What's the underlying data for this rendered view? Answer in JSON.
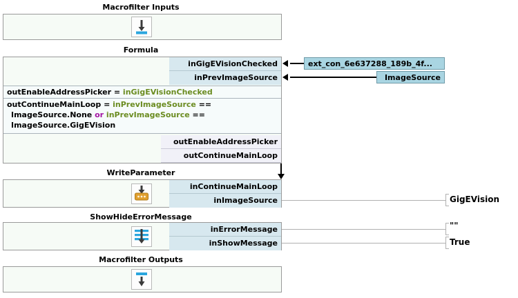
{
  "blocks": [
    {
      "id": "macrofilter-inputs",
      "title": "Macrofilter Inputs",
      "icon": "arrow-down-onto-bar-icon",
      "ports": []
    },
    {
      "id": "formula",
      "title": "Formula",
      "icon": "none",
      "inputs": [
        "inGigEVisionChecked",
        "inPrevImageSource"
      ],
      "outputs": [
        "outEnableAddressPicker",
        "outContinueMainLoop"
      ],
      "expressions": [
        {
          "lhs": "outEnableAddressPicker",
          "eq": " = ",
          "tokens": [
            {
              "t": "inGigEVisionChecked",
              "k": "in"
            }
          ]
        },
        {
          "lhs": "outContinueMainLoop",
          "eq": " = ",
          "tokens": [
            {
              "t": "inPrevImageSource",
              "k": "in"
            },
            {
              "t": " == ",
              "k": "op"
            },
            {
              "t": "ImageSource.None",
              "k": "out"
            },
            {
              "t": " or ",
              "k": "kw"
            },
            {
              "t": "inPrevImageSource",
              "k": "in"
            },
            {
              "t": " == ",
              "k": "op"
            },
            {
              "t": "ImageSource.GigEVision",
              "k": "out"
            }
          ]
        }
      ]
    },
    {
      "id": "write-parameter",
      "title": "WriteParameter",
      "icon": "write-parameter-icon",
      "inputs": [
        "inContinueMainLoop",
        "inImageSource"
      ]
    },
    {
      "id": "show-hide-error-message",
      "title": "ShowHideErrorMessage",
      "icon": "show-hide-message-icon",
      "inputs": [
        "inErrorMessage",
        "inShowMessage"
      ]
    },
    {
      "id": "macrofilter-outputs",
      "title": "Macrofilter Outputs",
      "icon": "bar-over-arrow-down-icon",
      "ports": []
    }
  ],
  "external_connections": [
    {
      "label": "ext_con_6e637288_189b_4f...",
      "target": "inGigEVisionChecked"
    },
    {
      "label": "ImageSource",
      "target": "inPrevImageSource"
    }
  ],
  "literals": [
    {
      "value": "GigEVision",
      "target": "inImageSource"
    },
    {
      "value": "\"\"",
      "target": "inErrorMessage"
    },
    {
      "value": "True",
      "target": "inShowMessage"
    }
  ],
  "colors": {
    "input_port_bg": "#d7e8ef",
    "output_port_bg": "#f1f1f8",
    "block_bg": "#f6fbf6",
    "chip_bg": "#a9d5e2",
    "identifier_green": "#6b8c21",
    "keyword_purple": "#a314a3",
    "accent_blue": "#2ba6de",
    "accent_orange": "#e0a030"
  }
}
